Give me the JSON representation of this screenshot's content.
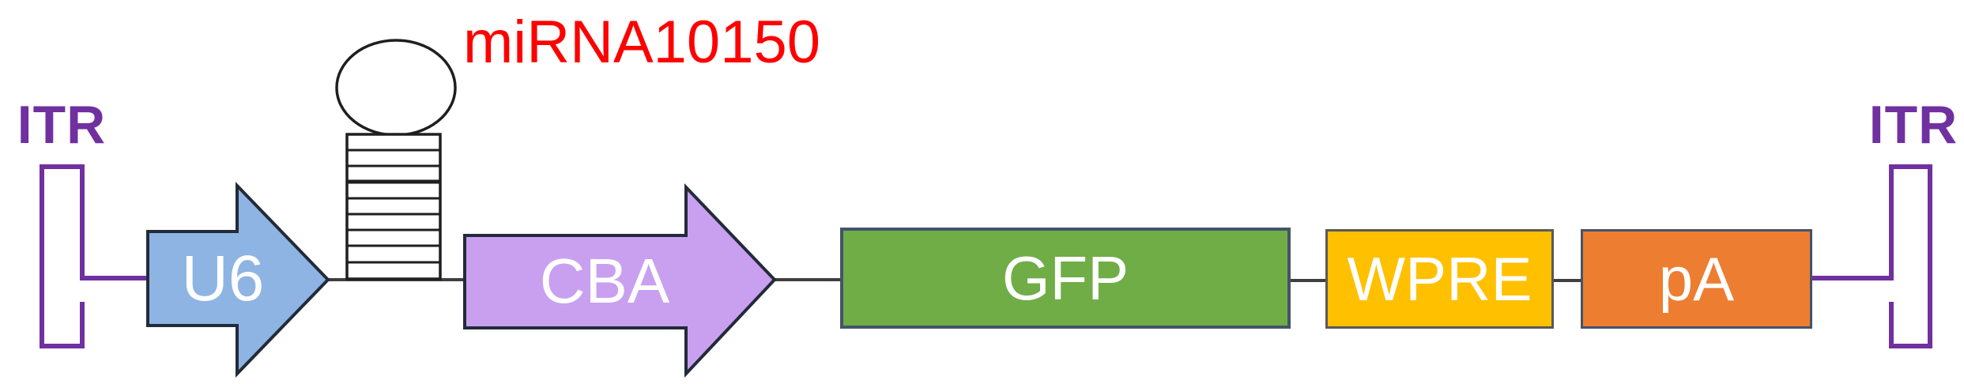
{
  "diagram": {
    "kind": "AAV expression construct map",
    "reading_order": [
      "ITR",
      "U6",
      "miRNA10150",
      "CBA",
      "GFP",
      "WPRE",
      "pA",
      "ITR"
    ]
  },
  "construct": {
    "itr_left": {
      "label": "ITR",
      "color": "#7030A0",
      "role": "inverted terminal repeat"
    },
    "u6": {
      "label": "U6",
      "fill": "#8EB4E3",
      "role": "promoter arrow"
    },
    "mirna": {
      "label": "miRNA10150",
      "color": "#FF0000",
      "role": "hairpin (stem-loop)"
    },
    "cba": {
      "label": "CBA",
      "fill": "#C9A0F0",
      "role": "promoter arrow"
    },
    "gfp": {
      "label": "GFP",
      "fill": "#70AD47",
      "role": "gene box"
    },
    "wpre": {
      "label": "WPRE",
      "fill": "#FFC000",
      "role": "element box"
    },
    "pa": {
      "label": "pA",
      "fill": "#ED7D31",
      "role": "element box"
    },
    "itr_right": {
      "label": "ITR",
      "color": "#7030A0",
      "role": "inverted terminal repeat"
    }
  },
  "colors": {
    "itr_purple": "#7030A0",
    "mirna_red": "#FF0000",
    "u6_blue": "#8EB4E3",
    "cba_purple": "#C9A0F0",
    "gfp_green": "#70AD47",
    "wpre_yellow": "#FFC000",
    "pa_orange": "#ED7D31",
    "backbone_line": "#3F3F3F",
    "hairpin_stroke": "#1F1F1F",
    "arrow_stroke": "#222B38",
    "background": "#FFFFFF"
  }
}
